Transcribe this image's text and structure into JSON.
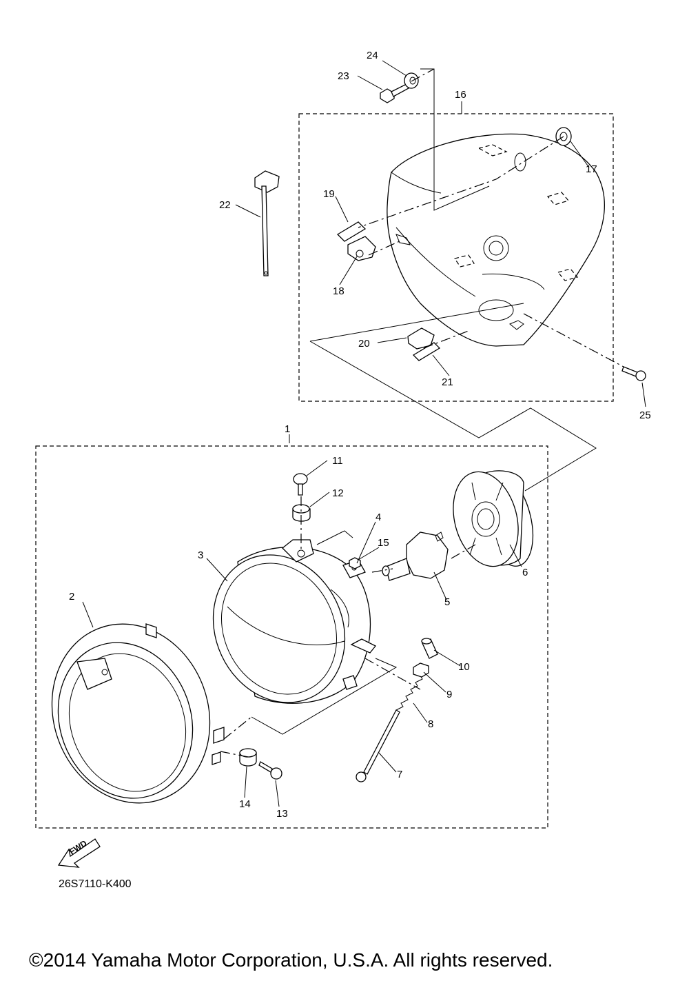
{
  "diagram": {
    "drawing_code": "26S7110-K400",
    "copyright": "©2014 Yamaha Motor Corporation, U.S.A. All rights reserved.",
    "fwd_label": "FWD",
    "callouts": [
      "1",
      "2",
      "3",
      "4",
      "5",
      "6",
      "7",
      "8",
      "9",
      "10",
      "11",
      "12",
      "13",
      "14",
      "15",
      "16",
      "17",
      "18",
      "19",
      "20",
      "21",
      "22",
      "23",
      "24",
      "25"
    ]
  }
}
